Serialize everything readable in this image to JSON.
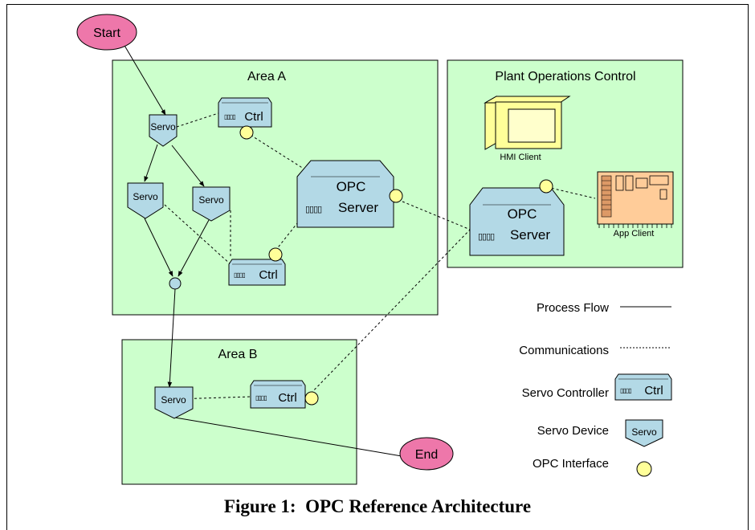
{
  "areas": {
    "area_a": "Area A",
    "area_b": "Area B",
    "plant": "Plant Operations Control"
  },
  "nodes": {
    "start": "Start",
    "end": "End",
    "servo": "Servo",
    "ctrl": "Ctrl",
    "opc_line1": "OPC",
    "opc_line2": "Server",
    "hmi_client": "HMI Client",
    "app_client": "App Client"
  },
  "legend": {
    "process_flow": "Process Flow",
    "communications": "Communications",
    "servo_controller": "Servo Controller",
    "servo_device": "Servo Device",
    "opc_interface": "OPC Interface"
  },
  "caption": "Figure 1:  OPC Reference Architecture",
  "colors": {
    "area_fill": "#ccffcc",
    "node_fill": "#b3d9e6",
    "terminal_fill": "#ee77aa",
    "interface_fill": "#ffff99",
    "monitor_fill": "#ffff99",
    "app_board_fill": "#ffcc99"
  }
}
